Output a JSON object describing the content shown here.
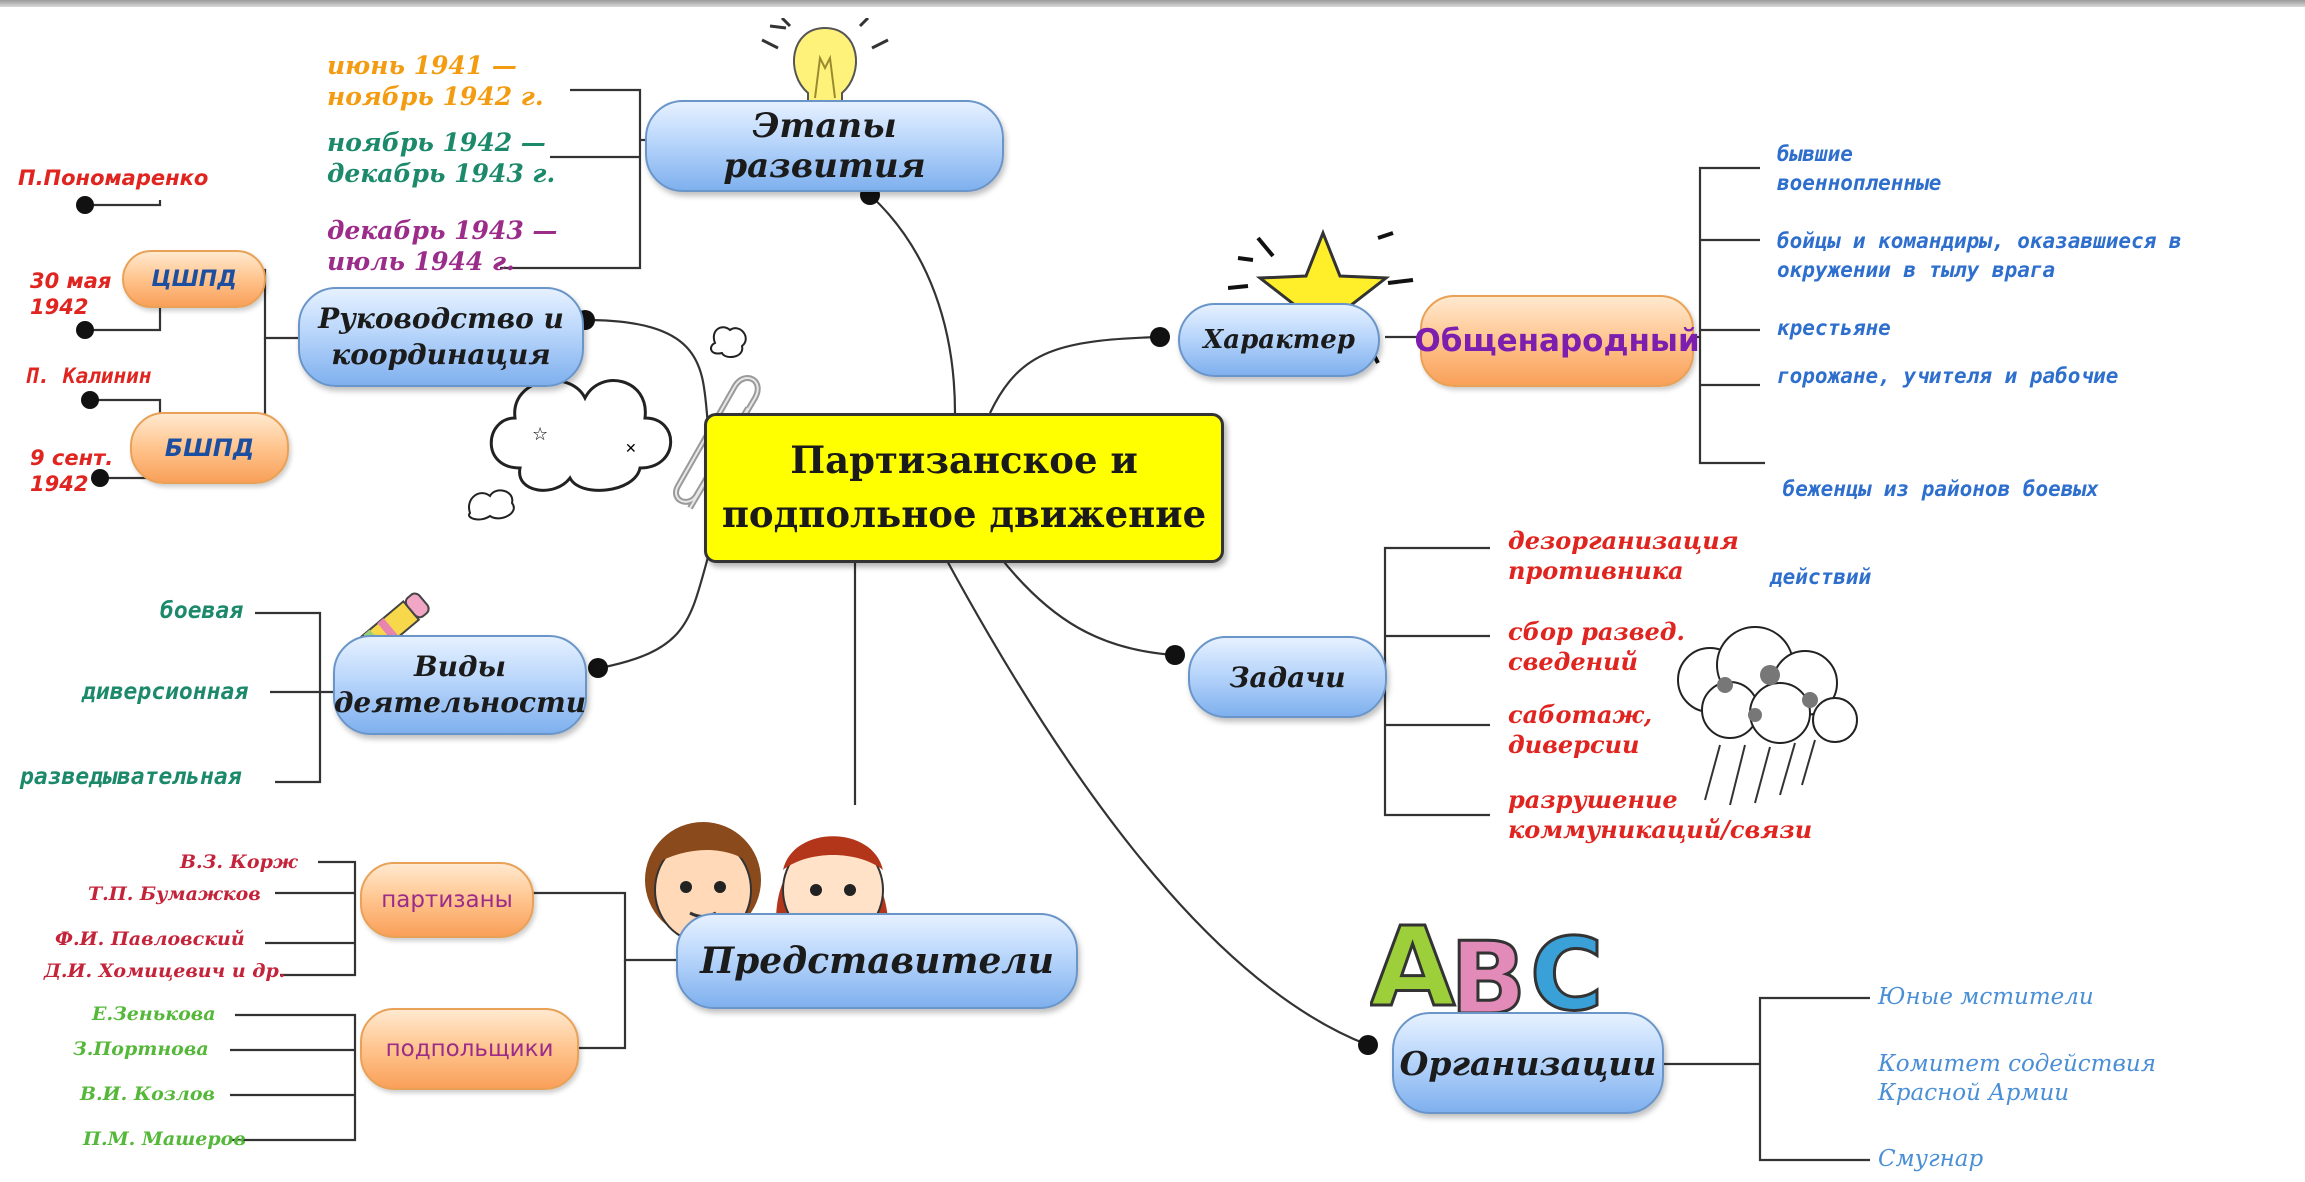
{
  "colors": {
    "orange": "#f39c12",
    "teal": "#1c8a6a",
    "purple": "#9b2c8a",
    "red": "#e0241f",
    "blue": "#2e6fce",
    "green": "#56b83a",
    "darkred": "#c4233a"
  },
  "center": {
    "line1": "Партизанское и",
    "line2": "подпольное движение"
  },
  "stages": {
    "label": "Этапы развития",
    "items": [
      {
        "line1": "июнь 1941 —",
        "line2": "ноябрь 1942 г."
      },
      {
        "line1": "ноябрь 1942 —",
        "line2": "декабрь 1943 г."
      },
      {
        "line1": "декабрь 1943 —",
        "line2": "июль 1944 г."
      }
    ]
  },
  "leadership": {
    "line1": "Руководство и",
    "line2": "координация",
    "cshpd": {
      "label": "ЦШПД",
      "person": "П.Пономаренко",
      "date1": "30 мая",
      "date2": "1942"
    },
    "bshpd": {
      "label": "БШПД",
      "person": "П. Калинин",
      "date1": "9 сент.",
      "date2": "1942"
    }
  },
  "activities": {
    "line1": "Виды",
    "line2": "деятельности",
    "items": [
      "боевая",
      "диверсионная",
      "разведывательная"
    ]
  },
  "representatives": {
    "label": "Представители",
    "partisans": {
      "label": "партизаны",
      "names": [
        "В.З. Корж",
        "Т.П. Бумажков",
        "Ф.И. Павловский",
        "Д.И. Хомицевич и др."
      ]
    },
    "underground": {
      "label": "подпольщики",
      "names": [
        "Е.Зенькова",
        "З.Портнова",
        "В.И. Козлов",
        "П.М. Машеров"
      ]
    }
  },
  "character": {
    "label": "Характер",
    "value": "Общенародный",
    "items": [
      {
        "line1": "бывшие",
        "line2": "военнопленные"
      },
      {
        "line1": "бойцы и командиры, оказавшиеся в",
        "line2": "окружении в тылу врага"
      },
      {
        "line1": "крестьяне",
        "line2": ""
      },
      {
        "line1": "горожане, учителя и рабочие",
        "line2": ""
      },
      {
        "line1": " беженцы из районов боевых",
        "line2": "действий"
      }
    ]
  },
  "tasks": {
    "label": "Задачи",
    "items": [
      {
        "line1": "дезорганизация",
        "line2": "противника"
      },
      {
        "line1": "сбор развед.",
        "line2": "сведений"
      },
      {
        "line1": "саботаж,",
        "line2": "диверсии"
      },
      {
        "line1": "разрушение",
        "line2": "коммуникаций/связи"
      }
    ]
  },
  "organizations": {
    "label": "Организации",
    "items": [
      {
        "line1": "Юные мстители",
        "line2": ""
      },
      {
        "line1": "Комитет содействия",
        "line2": "Красной Армии"
      },
      {
        "line1": "Смугнар",
        "line2": ""
      }
    ]
  },
  "abc": {
    "a": "A",
    "b": "B",
    "c": "C"
  },
  "icons": [
    "lightbulb-icon",
    "star-icon",
    "cloud-icon",
    "paperclip-icon",
    "pencil-icon",
    "children-icon",
    "abc-icon",
    "storm-cloud-icon"
  ]
}
